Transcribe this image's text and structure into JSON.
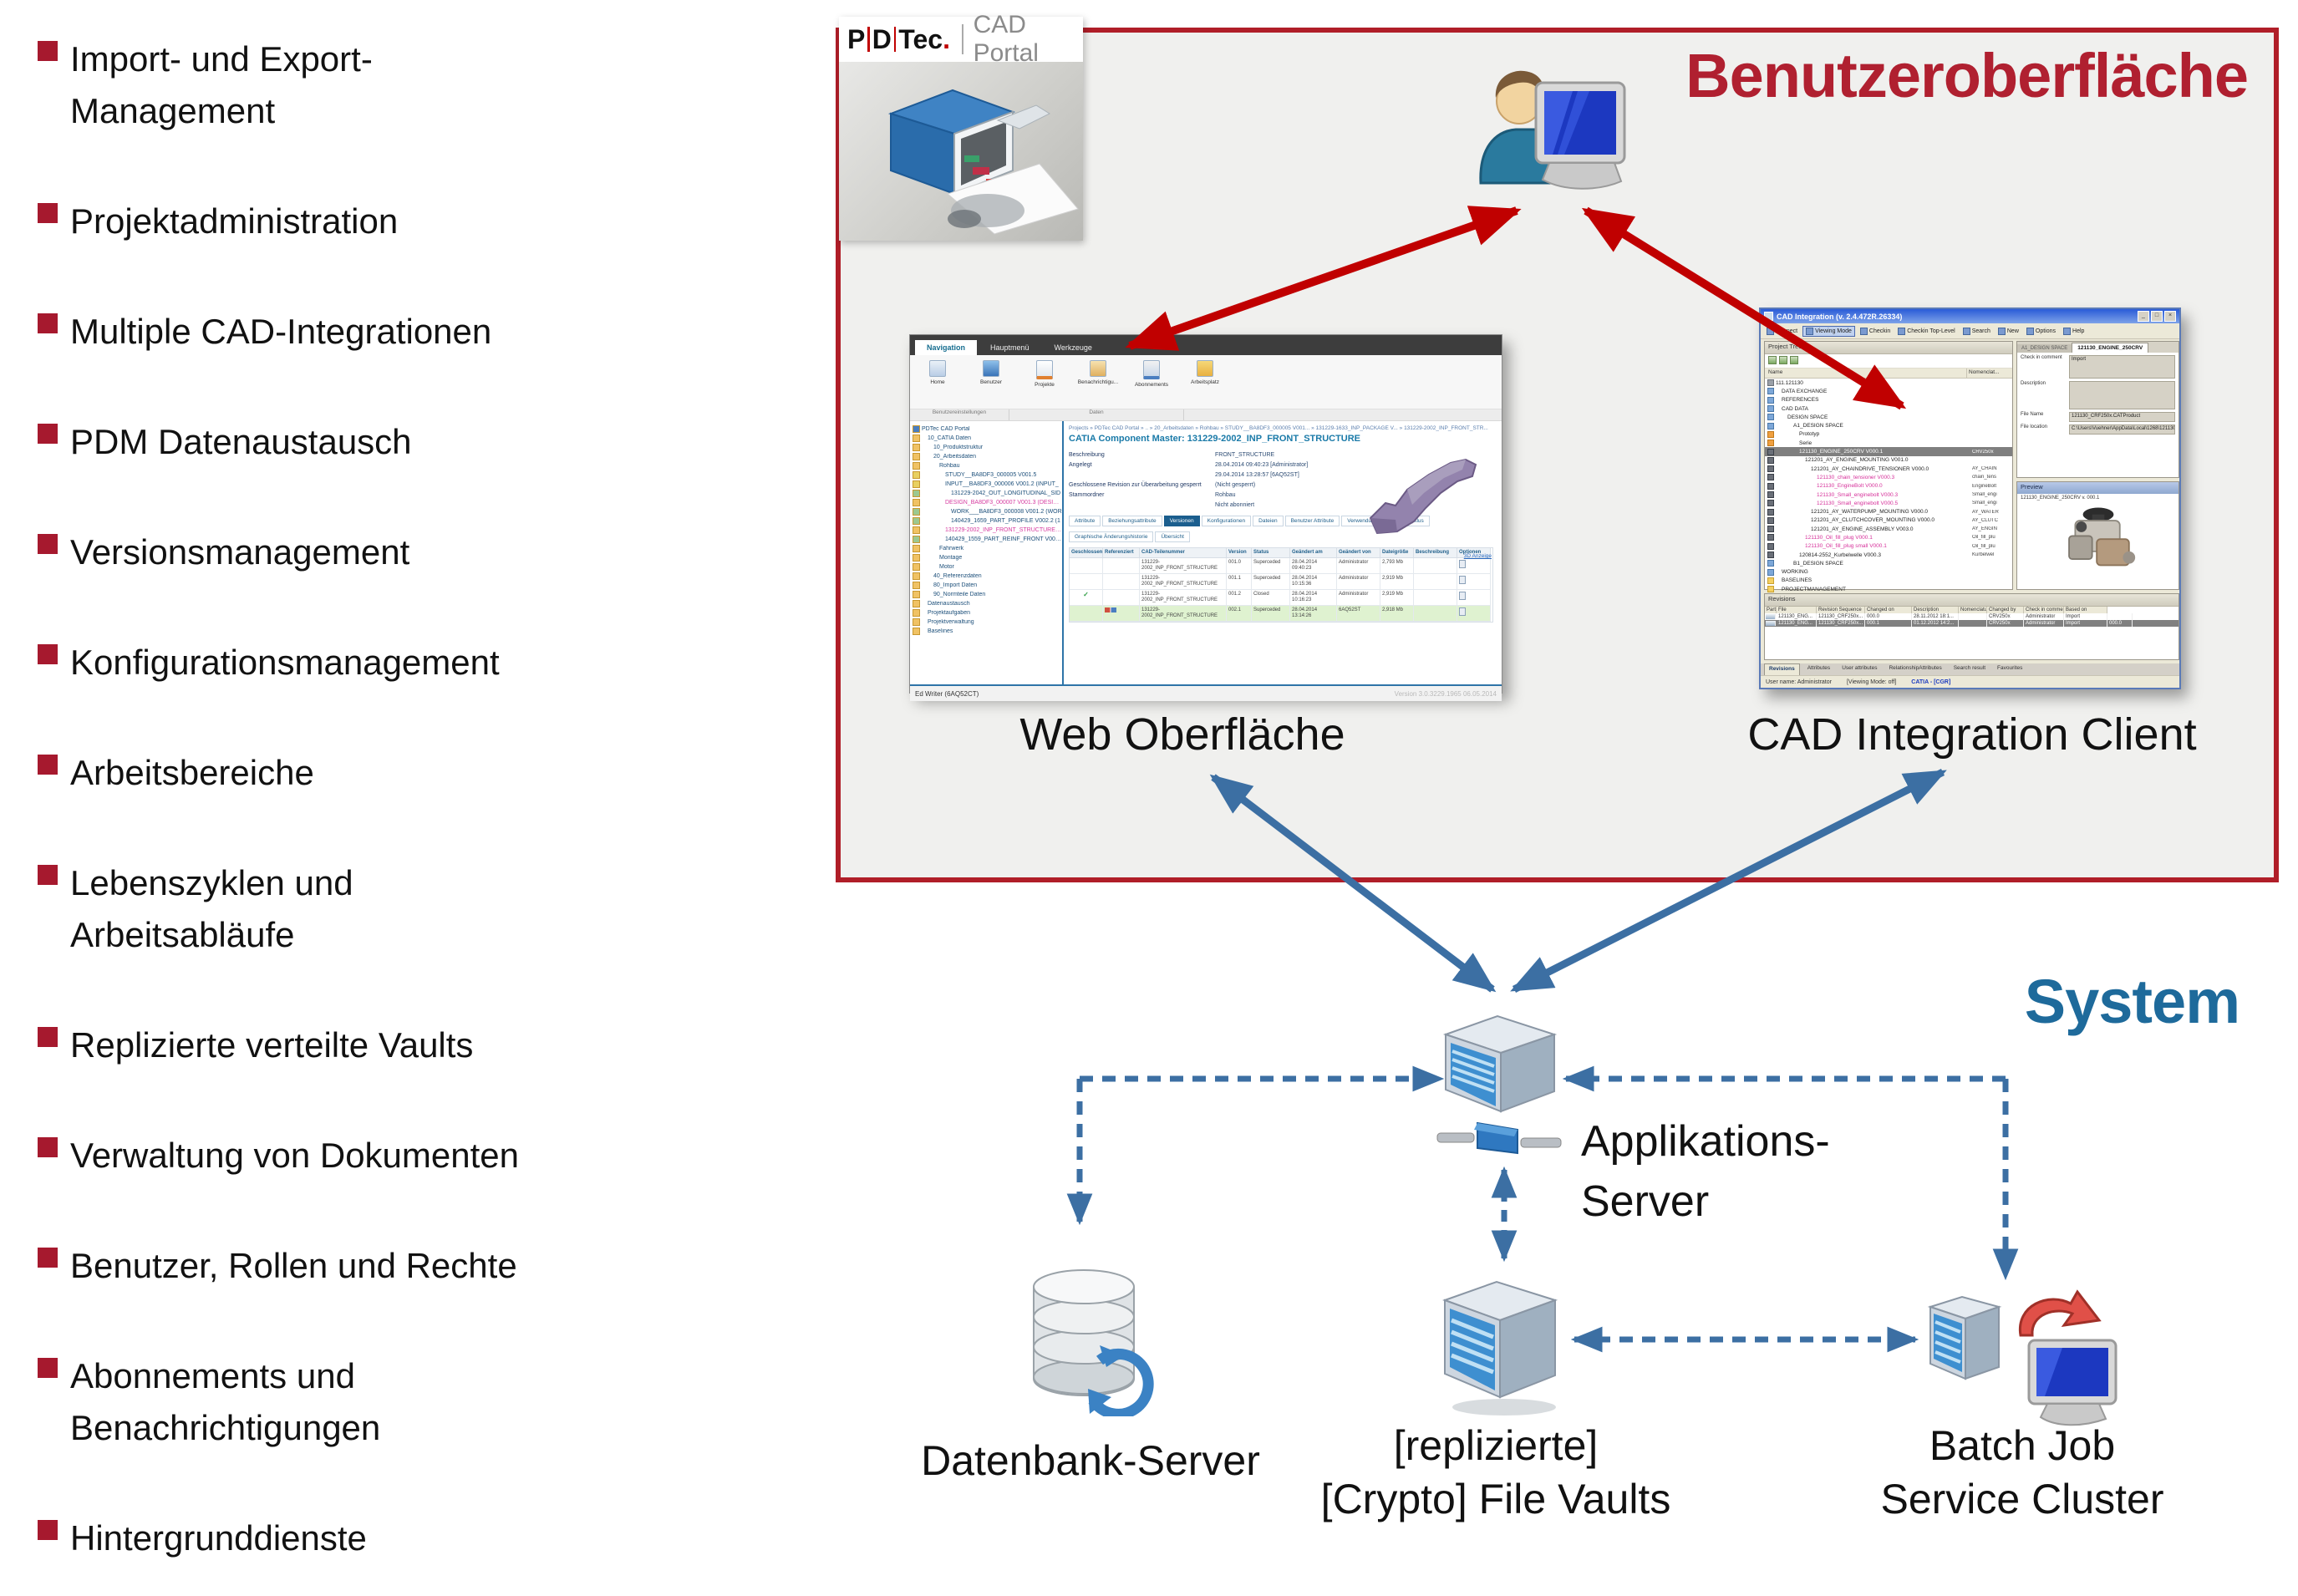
{
  "bullets": {
    "items": [
      {
        "text": "Import- und Export-\nManagement"
      },
      {
        "text": "Projektadministration"
      },
      {
        "text": "Multiple CAD-Integrationen"
      },
      {
        "text": "PDM Datenaustausch"
      },
      {
        "text": "Versionsmanagement"
      },
      {
        "text": "Konfigurationsmanagement"
      },
      {
        "text": "Arbeitsbereiche"
      },
      {
        "text": "Lebenszyklen und\nArbeitsabläufe"
      },
      {
        "text": "Replizierte verteilte Vaults"
      },
      {
        "text": "Verwaltung von Dokumenten"
      },
      {
        "text": "Benutzer, Rollen und Rechte"
      },
      {
        "text": "Abonnements und\nBenachrichtigungen"
      },
      {
        "text": "Hintergrunddienste"
      }
    ]
  },
  "logo": {
    "p": "P",
    "d": "D",
    "tec": "Tec",
    "dot": ".",
    "product": "CAD Portal"
  },
  "ui_box": {
    "title": "Benutzeroberfläche",
    "web_label": "Web Oberfläche",
    "cad_label": "CAD Integration Client"
  },
  "system_box": {
    "title": "System",
    "app_label": "Applikations-\nServer",
    "db_label": "Datenbank-Server",
    "vault_label": "[replizierte]\n[Crypto] File Vaults",
    "batch_label": "Batch Job\nService Cluster"
  },
  "web_window": {
    "ribbon_tabs": [
      {
        "label": "Navigation",
        "cls": "active"
      },
      {
        "label": "Hauptmenü"
      },
      {
        "label": "Werkzeuge"
      }
    ],
    "toolbar": [
      {
        "label": "Home",
        "ic": "ic-home"
      },
      {
        "label": "Benutzer",
        "ic": "ic-user"
      },
      {
        "label": "Projekte",
        "ic": "ic-proj"
      },
      {
        "label": "Benachrichtigu...",
        "ic": "ic-mail"
      },
      {
        "label": "Abonnements",
        "ic": "ic-abo"
      },
      {
        "label": "Arbeitsplatz",
        "ic": "ic-work"
      }
    ],
    "toolbar_groups": [
      "Benutzereinstellungen",
      "Daten"
    ],
    "tree": [
      {
        "t": "PDTec CAD Portal",
        "i": 0,
        "cls": "root",
        "ic": "root"
      },
      {
        "t": "10_CATIA Daten",
        "i": 1
      },
      {
        "t": "10_Produktstruktur",
        "i": 2
      },
      {
        "t": "20_Arbeitsdaten",
        "i": 2
      },
      {
        "t": "Rohbau",
        "i": 3
      },
      {
        "t": "STUDY__BA8DF3_000005 V001.5",
        "i": 4,
        "cls": "doc-y"
      },
      {
        "t": "INPUT__BA8DF3_000006 V001.2 (INPUT_",
        "i": 4,
        "cls": "doc-y"
      },
      {
        "t": "131229-2042_OUT_LONGITUDINAL_SID",
        "i": 5,
        "cls": "doc-g"
      },
      {
        "t": "DESIGN_BA8DF3_000007 V001.3 (DESIGN_",
        "i": 4,
        "cls": "pink"
      },
      {
        "t": "WORK___BA8DF3_000008 V001.2 (WOR",
        "i": 5,
        "cls": "doc-g"
      },
      {
        "t": "140429_1659_PART_PROFILE V002.2 (1",
        "i": 5,
        "cls": "doc-g"
      },
      {
        "t": "131229-2002_INP_FRONT_STRUCTURE V00",
        "i": 4,
        "cls": "pink"
      },
      {
        "t": "140429_1559_PART_REINF_FRONT V001.0",
        "i": 4,
        "cls": "doc-g"
      },
      {
        "t": "Fahrwerk",
        "i": 3
      },
      {
        "t": "Montage",
        "i": 3
      },
      {
        "t": "Motor",
        "i": 3
      },
      {
        "t": "40_Referenzdaten",
        "i": 2
      },
      {
        "t": "80_Import Daten",
        "i": 2
      },
      {
        "t": "90_Normteile Daten",
        "i": 2
      },
      {
        "t": "Datenaustausch",
        "i": 1
      },
      {
        "t": "Projektaufgaben",
        "i": 1
      },
      {
        "t": "Projektverwaltung",
        "i": 1
      },
      {
        "t": "Baselines",
        "i": 1
      }
    ],
    "breadcrumb": "Projects » PDTec CAD Portal » .. » 20_Arbeitsdaten » Rohbau » STUDY__BA8DF3_000005 V001... » 131229-1633_INP_PACKAGE V... » 131229-2002_INP_FRONT_STR...",
    "title": "CATIA Component Master: 131229-2002_INP_FRONT_STRUCTURE",
    "props": [
      {
        "k": "Beschreibung",
        "v": "FRONT_STRUCTURE"
      },
      {
        "k": "Angelegt",
        "v": "28.04.2014 09:40:23 [Administrator]"
      },
      {
        "k": "",
        "v": "29.04.2014 13:28:57 [6AQ52ST]"
      },
      {
        "k": "Geschlossene Revision zur Überarbeitung gesperrt",
        "v": "(Nicht gesperrt)"
      },
      {
        "k": "Stammordner",
        "v": "Rohbau"
      },
      {
        "k": "",
        "v": "Nicht abonniert"
      }
    ],
    "link_3d": "3D Anzeige",
    "detail_tabs": [
      {
        "label": "Attribute"
      },
      {
        "label": "Beziehungsattribute"
      },
      {
        "label": "Versionen",
        "cls": "active"
      },
      {
        "label": "Konfigurationen"
      },
      {
        "label": "Dateien"
      },
      {
        "label": "Benutzer Attribute"
      },
      {
        "label": "Verwendung"
      },
      {
        "label": "Lebenszyklus"
      }
    ],
    "detail_tabs2": [
      {
        "label": "Graphische Änderungshistorie"
      },
      {
        "label": "Übersicht"
      }
    ],
    "table": {
      "headers": [
        "Geschlossen",
        "Referenziert",
        "CAD-Teilenummer",
        "Version",
        "Status",
        "Geändert am",
        "Geändert von",
        "Dateigröße",
        "Beschreibung",
        "Optionen"
      ],
      "rows": [
        {
          "c": [
            "",
            "",
            "131229-2002_INP_FRONT_STRUCTURE",
            "001.0",
            "Superceded",
            "28.04.2014 09:40:23",
            "Administrator",
            "2,793 Mb",
            ""
          ]
        },
        {
          "c": [
            "",
            "",
            "131229-2002_INP_FRONT_STRUCTURE",
            "001.1",
            "Superceded",
            "28.04.2014 10:15:36",
            "Administrator",
            "2,919 Mb",
            ""
          ]
        },
        {
          "c": [
            "✓",
            "",
            "131229-2002_INP_FRONT_STRUCTURE",
            "001.2",
            "Closed",
            "28.04.2014 10:16:23",
            "Administrator",
            "2,919 Mb",
            ""
          ]
        },
        {
          "c": [
            "",
            "",
            "131229-2002_INP_FRONT_STRUCTURE",
            "002.1",
            "Superceded",
            "28.04.2014 13:14:26",
            "6AQ52ST",
            "2,918 Mb",
            ""
          ],
          "cls": "green",
          "ic": "ref-icons"
        }
      ]
    },
    "status_left": "Ed Writer (6AQ52CT)",
    "status_right": "Version 3.0.3229.1965 06.05.2014"
  },
  "cad_window": {
    "title": "CAD Integration (v. 2.4.472R.26334)",
    "win_buttons": {
      "min": "_",
      "max": "□",
      "close": "×"
    },
    "toolbar": [
      {
        "label": "Connect"
      },
      {
        "label": "Viewing Mode",
        "cls": "sunken"
      },
      {
        "label": "Checkin"
      },
      {
        "label": "Checkin Top-Level"
      },
      {
        "label": "Search"
      },
      {
        "label": "New"
      },
      {
        "label": "Options"
      },
      {
        "label": "Help"
      }
    ],
    "tree_panel": {
      "header": "Project Tree",
      "col_name": "Name",
      "col_nom": "Nomenclat...",
      "items": [
        {
          "t": "111.121130",
          "i": 0,
          "ic": "doc-gray"
        },
        {
          "t": "DATA EXCHANGE",
          "i": 1,
          "ic": "folder-blue"
        },
        {
          "t": "REFERENCES",
          "i": 1,
          "ic": "folder-blue"
        },
        {
          "t": "CAD DATA",
          "i": 1,
          "ic": "folder-blue"
        },
        {
          "t": "DESIGN SPACE",
          "i": 2,
          "ic": "folder-blue"
        },
        {
          "t": "A1_DESIGN SPACE",
          "i": 3,
          "ic": "folder-blue"
        },
        {
          "t": "Prototyp",
          "i": 4,
          "ic": "folder-orange"
        },
        {
          "t": "Serie",
          "i": 4,
          "ic": "folder-orange"
        },
        {
          "t": "121130_ENGINE_250CRV V000.1",
          "i": 4,
          "cls": "sel",
          "ic": "doc-dark",
          "n": "CRV250x"
        },
        {
          "t": "121201_AY_ENGINE_MOUNTING V001.0",
          "i": 5,
          "ic": "doc-dark"
        },
        {
          "t": "121201_AY_CHAINDRIVE_TENSIONER V000.0",
          "i": 6,
          "ic": "doc-dark",
          "n": "AY_CHAIN"
        },
        {
          "t": "121130_chain_tensioner V000.3",
          "i": 7,
          "cls": "pink",
          "ic": "doc-dark",
          "n": "chain_tens"
        },
        {
          "t": "121130_EngineBolt V000.0",
          "i": 7,
          "cls": "pink",
          "ic": "doc-dark",
          "n": "EngineBolt"
        },
        {
          "t": "121130_Small_enginebolt V000.3",
          "i": 7,
          "cls": "pink",
          "ic": "doc-dark",
          "n": "Small_engi"
        },
        {
          "t": "121130_Small_enginebolt V000.5",
          "i": 7,
          "cls": "pink",
          "ic": "doc-dark",
          "n": "Small_engi"
        },
        {
          "t": "121201_AY_WATERPUMP_MOUNTING V000.0",
          "i": 6,
          "ic": "doc-dark",
          "n": "AY_WATER"
        },
        {
          "t": "121201_AY_CLUTCHCOVER_MOUNTING V000.0",
          "i": 6,
          "ic": "doc-dark",
          "n": "AY_CLUTC"
        },
        {
          "t": "121201_AY_ENGINE_ASSEMBLY V003.0",
          "i": 6,
          "ic": "doc-dark",
          "n": "AY_ENGIN"
        },
        {
          "t": "121130_Oil_fill_plug V000.1",
          "i": 5,
          "cls": "pink",
          "ic": "doc-dark",
          "n": "Oil_fill_plu"
        },
        {
          "t": "121130_Oil_fill_plug small V000.1",
          "i": 5,
          "cls": "pink",
          "ic": "doc-dark",
          "n": "Oil_fill_plu"
        },
        {
          "t": "120814-2552_Kurbelwelle V000.3",
          "i": 4,
          "ic": "doc-dark",
          "n": "Kurbelwel"
        },
        {
          "t": "B1_DESIGN SPACE",
          "i": 3,
          "ic": "folder-blue"
        },
        {
          "t": "WORKING",
          "i": 1,
          "ic": "folder-blue"
        },
        {
          "t": "BASELINES",
          "i": 1,
          "ic": "folder-yellow"
        },
        {
          "t": "PROJECTMANAGEMENT",
          "i": 1,
          "ic": "folder-yellow"
        }
      ]
    },
    "detail": {
      "tab1": "A1_DESIGN SPACE",
      "tab2": "121130_ENGINE_250CRV",
      "fields": [
        {
          "k": "Check in comment",
          "v": "Import",
          "cls": "fbox-lg"
        },
        {
          "k": "Description",
          "v": "",
          "cls": "fbox-xl"
        },
        {
          "k": "File Name",
          "v": "121130_CRF250x.CATProduct",
          "cls": "fbox-sm"
        },
        {
          "k": "File location",
          "v": "C:\\Users\\Vuehner\\AppData\\Local\\1268\\121130_CRF...",
          "cls": "fbox-sm"
        }
      ]
    },
    "preview": {
      "header": "Preview",
      "caption": "121130_ENGINE_250CRV v. 000.1"
    },
    "revisions": {
      "header": "Revisions",
      "headers": [
        "Part Number",
        "File",
        "Revision Sequence",
        "Changed on",
        "Description",
        "Nomenclature",
        "Changed by",
        "Check in comment",
        "Based on"
      ],
      "rows": [
        {
          "c": [
            "121130_ENG...",
            "121130_CRF250x...",
            "000.0",
            "28.11.2012 18:1...",
            "",
            "CRV250x",
            "Administrator",
            "Import",
            ""
          ]
        },
        {
          "c": [
            "121130_ENG...",
            "121130_CRF250x...",
            "000.1",
            "01.12.2012 14:2...",
            "",
            "CRV250x",
            "Administrator",
            "Import",
            "000.0"
          ],
          "cls": "sel"
        }
      ]
    },
    "bottom_tabs": [
      {
        "label": "Revisions",
        "cls": "active"
      },
      {
        "label": "Attributes"
      },
      {
        "label": "User attributes"
      },
      {
        "label": "RelationshipAttributes"
      },
      {
        "label": "Search result"
      },
      {
        "label": "Favourites"
      }
    ],
    "status": [
      "User name: Administrator",
      "[Viewing Mode: off]",
      "CATIA - [CGR]"
    ]
  },
  "colors": {
    "accent_red_border": "#B01E28",
    "accent_red_title": "#B02030",
    "arrow_red": "#C00000",
    "accent_blue_border": "#1F5C87",
    "accent_blue_title": "#1E6A9B",
    "arrow_blue": "#3C6FA3",
    "box_background": "#F0F0EE",
    "bullet_red": "#A6192E"
  }
}
